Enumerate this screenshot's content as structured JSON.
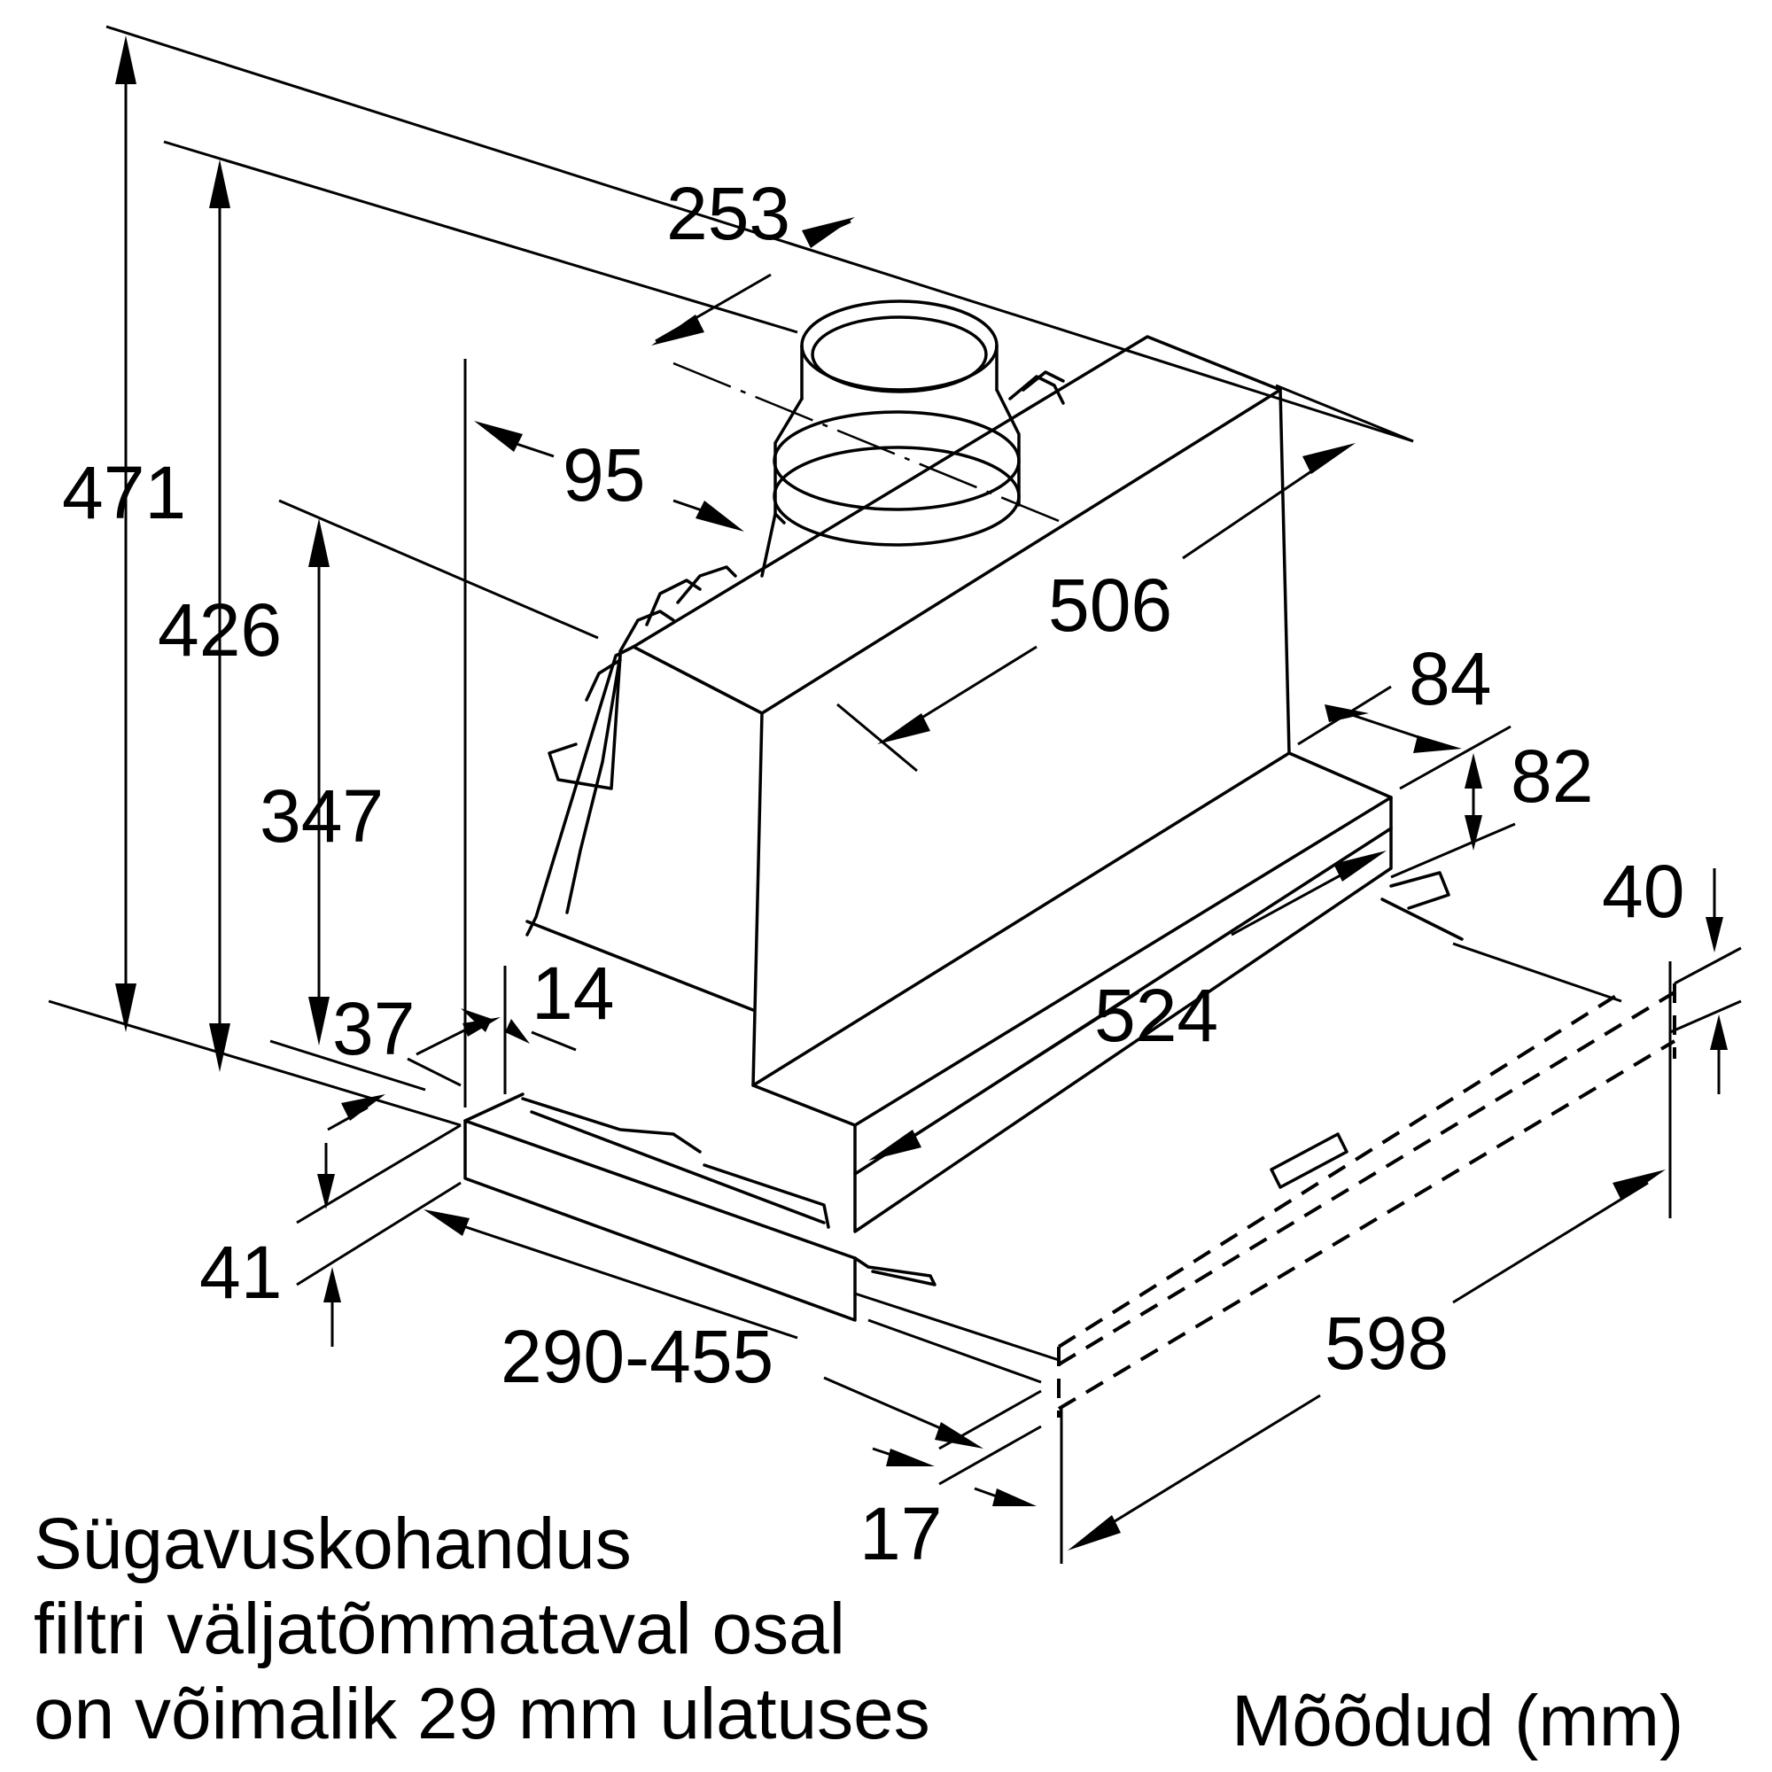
{
  "dimensions": {
    "d471": "471",
    "d426": "426",
    "d347": "347",
    "d253": "253",
    "d95": "95",
    "d506": "506",
    "d84": "84",
    "d82": "82",
    "d40": "40",
    "d37": "37",
    "d14": "14",
    "d524": "524",
    "d41": "41",
    "d290_455": "290-455",
    "d598": "598",
    "d17": "17"
  },
  "note": {
    "line1": "Sügavuskohandus",
    "line2": "filtri väljatõmmataval osal",
    "line3": "on võimalik 29 mm ulatuses"
  },
  "units_label": "Mõõdud (mm)"
}
